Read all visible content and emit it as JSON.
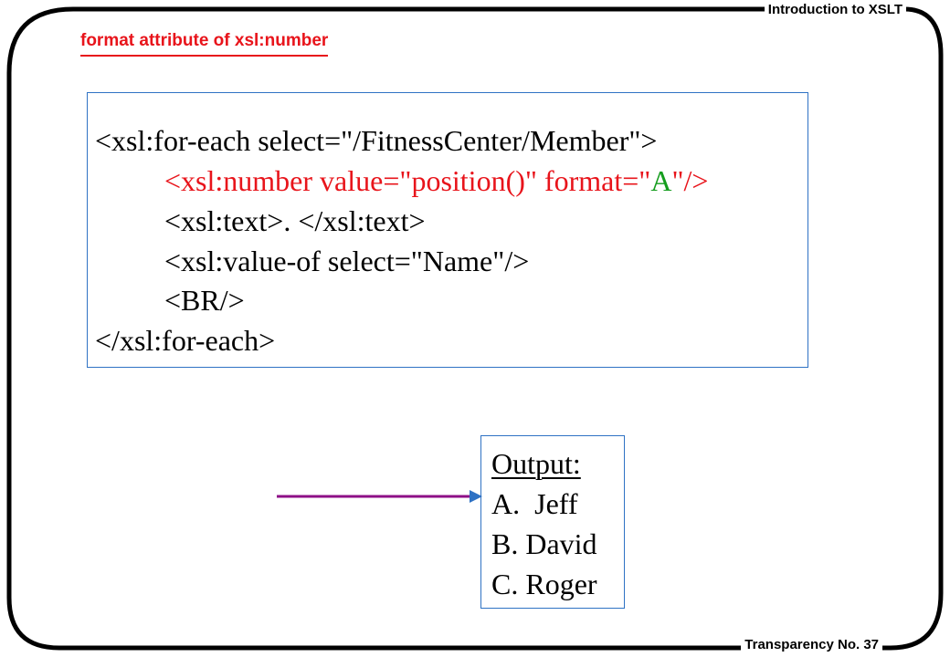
{
  "header": {
    "label": "Introduction to XSLT"
  },
  "footer": {
    "label": "Transparency No. 37"
  },
  "slide": {
    "title": "format attribute of xsl:number"
  },
  "code": {
    "line1": "<xsl:for-each select=\"/FitnessCenter/Member\">",
    "line2_pre": "<xsl:number value=\"position()\" format=\"",
    "line2_value": "A",
    "line2_post": "\"/>",
    "line3": "<xsl:text>. </xsl:text>",
    "line4": "<xsl:value-of select=\"Name\"/>",
    "line5": "<BR/>",
    "line6": "</xsl:for-each>"
  },
  "output": {
    "heading": "Output:",
    "items": [
      "A.  Jeff",
      "B. David",
      "C. Roger"
    ]
  },
  "colors": {
    "accent_red": "#e8141b",
    "value_green": "#159d1e",
    "box_border": "#2f72c4",
    "arrow": "#8e0f87"
  },
  "icons": {
    "pointer": "arrow-right-icon"
  }
}
